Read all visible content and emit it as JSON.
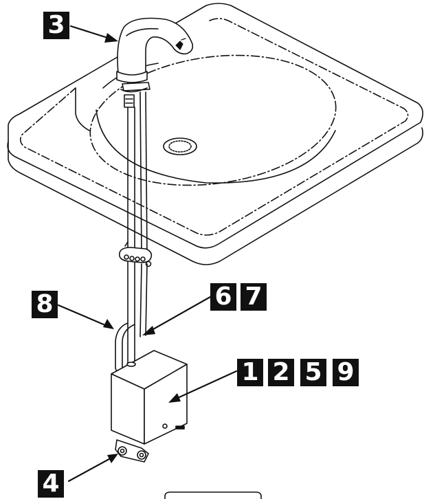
{
  "callouts": {
    "faucet": "3",
    "hose": "8",
    "pipe_a": "6",
    "pipe_b": "7",
    "box_a": "1",
    "box_b": "2",
    "box_c": "5",
    "box_d": "9",
    "valve": "4"
  },
  "icons": {
    "sensor": "hand-sensor-icon",
    "wall_outline": "partial-frame"
  },
  "colors": {
    "line": "#111111",
    "callout_bg": "#111111",
    "callout_text": "#ffffff",
    "background": "#ffffff"
  }
}
